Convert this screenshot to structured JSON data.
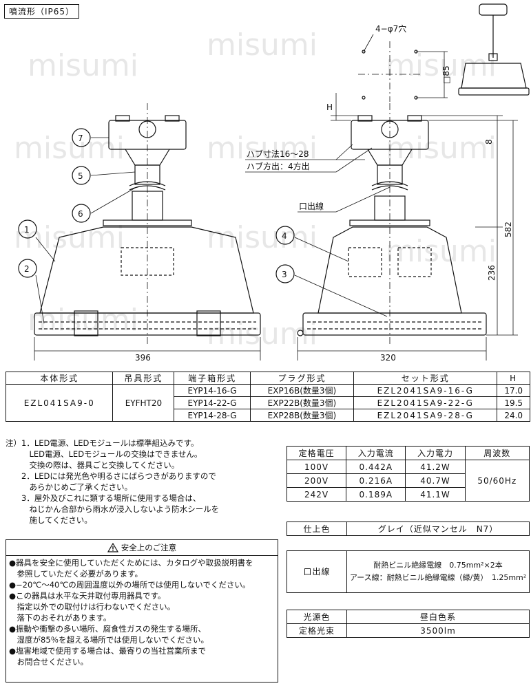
{
  "header": {
    "title": "噴流形（IP65）"
  },
  "watermark": "misumi",
  "drawing": {
    "labels": {
      "holes": "4−φ7穴",
      "square85": "□85",
      "h": "H",
      "hub_size": "ハブ寸法16〜28",
      "hub_dir": "ハブ方出：4方出",
      "outlet": "口出線",
      "dim_8": "8",
      "dim_582": "582",
      "dim_236": "236",
      "dim_396": "396",
      "dim_320": "320",
      "callouts": [
        "1",
        "2",
        "3",
        "4",
        "5",
        "6",
        "7"
      ]
    }
  },
  "spec_table": {
    "headers": [
      "本体形式",
      "吊具形式",
      "端子箱形式",
      "プラグ形式",
      "セット形式",
      "H"
    ],
    "body_model": "EZL041SA9-0",
    "hanger_model": "EYFHT20",
    "rows": [
      {
        "terminal": "EYP14-16-G",
        "plug": "EXP16B(数量3個)",
        "set": "EZL2041SA9-16-G",
        "h": "17.0"
      },
      {
        "terminal": "EYP14-22-G",
        "plug": "EXP22B(数量3個)",
        "set": "EZL2041SA9-22-G",
        "h": "19.5"
      },
      {
        "terminal": "EYP14-28-G",
        "plug": "EXP28B(数量3個)",
        "set": "EZL2041SA9-28-G",
        "h": "24.0"
      }
    ]
  },
  "notes": [
    "注）1．LED電源、LEDモジュールは標準組込みです。",
    "　　　LED電源、LEDモジュールの交換はできません。",
    "　　　交換の際は、器具ごと交換してください。",
    "　　2．LEDには発光色や明るさにばらつきがありますので",
    "　　　あらかじめご了承ください。",
    "　　3．屋外及びこれに類する場所に使用する場合は、",
    "　　　ねじかん合部から雨水が浸入しないよう防水シールを",
    "　　　施してください。"
  ],
  "electrical": {
    "headers": [
      "定格電圧",
      "入力電流",
      "入力電力",
      "周波数"
    ],
    "rows": [
      {
        "voltage": "100V",
        "current": "0.442A",
        "power": "41.2W"
      },
      {
        "voltage": "200V",
        "current": "0.216A",
        "power": "40.7W"
      },
      {
        "voltage": "242V",
        "current": "0.189A",
        "power": "41.1W"
      }
    ],
    "frequency": "50/60Hz"
  },
  "finish": {
    "label": "仕上色",
    "value": "グレイ（近似マンセル　N7）"
  },
  "outlet_wire": {
    "label": "口出線",
    "line1": "耐熱ビニル絶縁電線　0.75mm²×2本",
    "line2": "アース線：耐熱ビニル絶縁電線（緑/黄）　1.25mm²"
  },
  "light": {
    "color_label": "光源色",
    "color_value": "昼白色系",
    "flux_label": "定格光束",
    "flux_value": "3500lm"
  },
  "safety": {
    "title": "安全上のご注意",
    "lines": [
      "●器具を安全に使用していただくためには、カタログや取扱説明書を",
      "　参照していただく必要があります。",
      "●−20℃〜40℃の周囲温度以外の場所では使用しないでください。",
      "●この器具は水平な天井取付専用器具です。",
      "　指定以外での取付けは行わないでください。",
      "　落下のおそれがあります。",
      "●振動や衝撃の多い場所、腐食性ガスの発生する場所、",
      "　湿度が85％を超える場所では使用しないでください。",
      "●塩害地域で使用する場合は、最寄りの当社営業所まで",
      "　お問合せください。"
    ]
  }
}
